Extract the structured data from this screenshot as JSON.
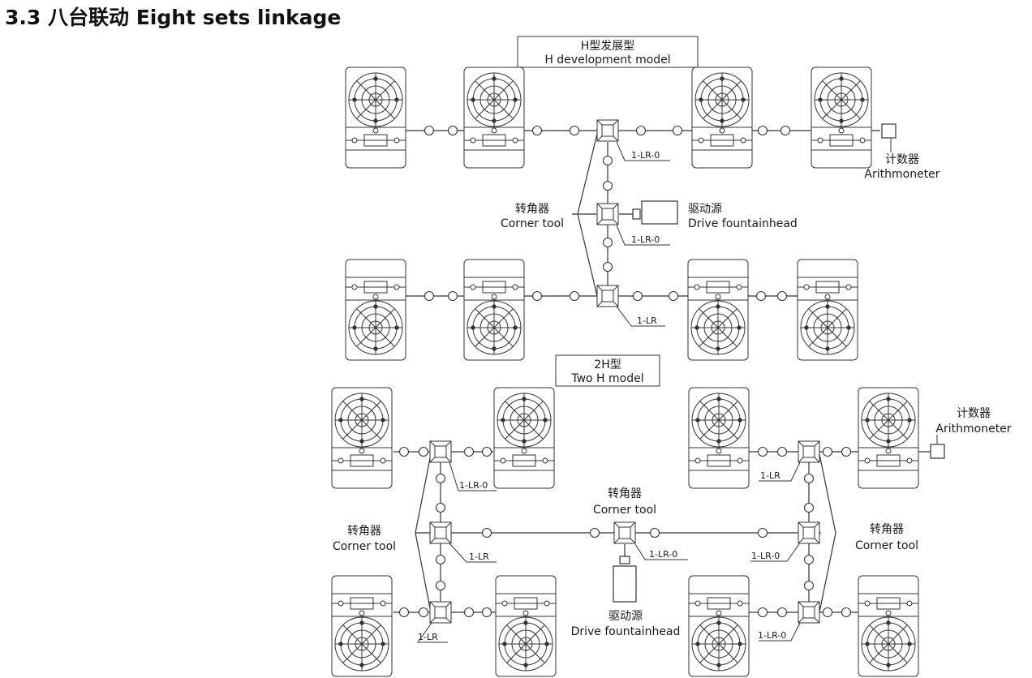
{
  "heading": "3.3 八台联动  Eight sets linkage",
  "diagrams": [
    {
      "title_cn": "H型发展型",
      "title_en": "H development model",
      "corner_cn": "转角器",
      "corner_en": "Corner tool",
      "drive_cn": "驱动源",
      "drive_en": "Drive fountainhead",
      "counter_cn": "计数器",
      "counter_en": "Arithmoneter",
      "tags": [
        "1-LR-0",
        "1-LR-0",
        "1-LR"
      ]
    },
    {
      "title_cn": "2H型",
      "title_en": "Two H model",
      "corner_left_cn": "转角器",
      "corner_left_en": "Corner tool",
      "corner_mid_cn": "转角器",
      "corner_mid_en": "Corner tool",
      "corner_right_cn": "转角器",
      "corner_right_en": "Corner tool",
      "drive_cn": "驱动源",
      "drive_en": "Drive fountainhead",
      "counter_cn": "计数器",
      "counter_en": "Arithmoneter",
      "tags": [
        "1-LR-0",
        "1-LR",
        "1-LR",
        "1-LR-0",
        "1-LR-0",
        "1-LR",
        "1-LR-0"
      ]
    }
  ],
  "colors": {
    "line": "#333333",
    "fill": "#ffffff",
    "text": "#1a1a1a"
  }
}
